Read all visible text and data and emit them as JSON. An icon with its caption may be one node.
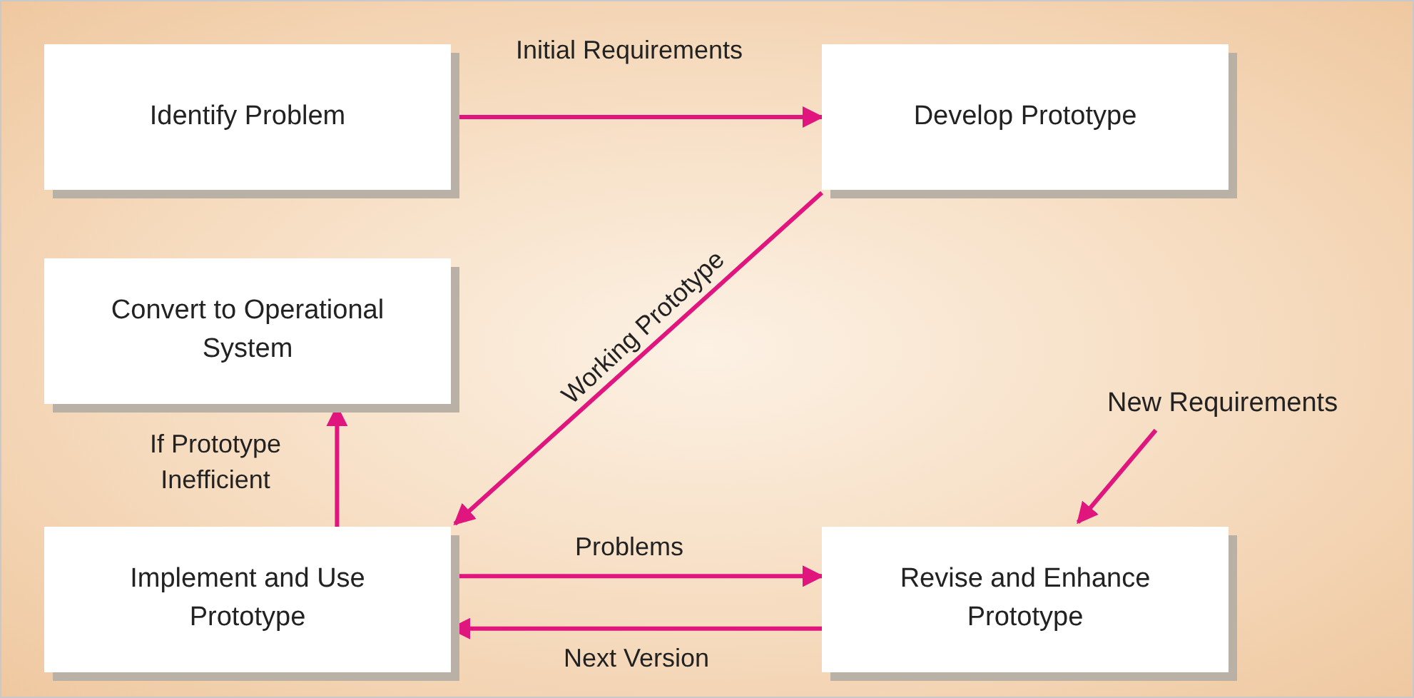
{
  "diagram": {
    "nodes": [
      {
        "text": [
          "Identify Problem"
        ]
      },
      {
        "text": [
          "Develop Prototype"
        ]
      },
      {
        "text": [
          "Convert to Operational System"
        ]
      },
      {
        "text": [
          "Implement and Use Prototype"
        ]
      },
      {
        "text": [
          "Revise and Enhance Prototype"
        ]
      },
      {
        "text": [
          "New Requirements"
        ]
      }
    ],
    "edges": [
      {
        "from": 0,
        "to": 1,
        "arrow": "to",
        "label": "Initial Requirements"
      },
      {
        "from": 1,
        "to": 3,
        "arrow": "to",
        "label": "Working Prototype"
      },
      {
        "from": 3,
        "to": 2,
        "arrow": "to",
        "label": "If Prototype Inefficient"
      },
      {
        "from": 3,
        "to": 4,
        "arrow": "to",
        "label": "Problems"
      },
      {
        "from": 4,
        "to": 3,
        "arrow": "to",
        "label": "Next Version"
      },
      {
        "from": 5,
        "to": 4,
        "arrow": "to"
      }
    ]
  }
}
